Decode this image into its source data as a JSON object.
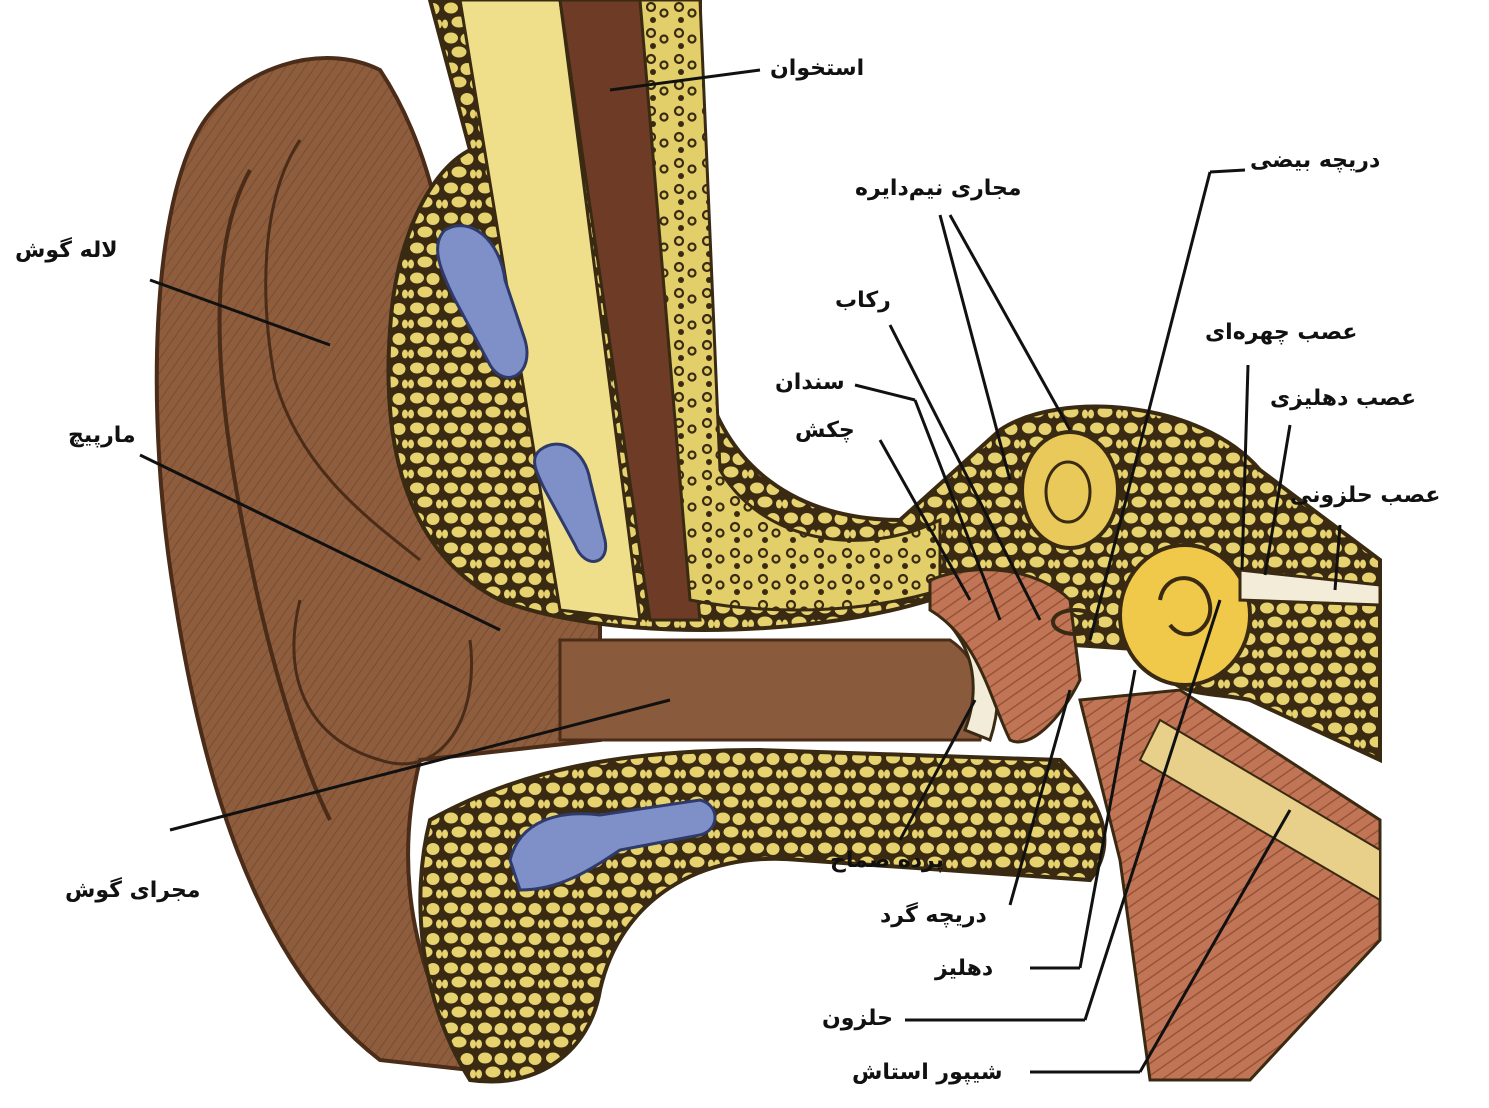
{
  "labels": {
    "bone": "استخوان",
    "pinna": "لاله گوش",
    "helix": "مارپیچ",
    "ear_canal": "مجرای گوش",
    "semicircular_canals": "مجاری نیم‌دایره",
    "stapes": "رکاب",
    "incus": "سندان",
    "malleus": "چکش",
    "oval_window": "دریچه بیضی",
    "facial_nerve": "عصب چهره‌ای",
    "vestibular_nerve": "عصب دهلیزی",
    "cochlear_nerve": "عصب حلزونی",
    "eardrum": "پرده صماخ",
    "round_window": "دریچه گرد",
    "vestibule": "دهلیز",
    "cochlea": "حلزون",
    "eustachian_tube": "شیپور استاش"
  },
  "colors": {
    "skin": "#8a5a3c",
    "skin_dark": "#5e3a22",
    "bone": "#e2cf6a",
    "bone_cell": "#f0e08a",
    "cartilage": "#7f8fc8",
    "muscle": "#b86a4a",
    "line": "#111111"
  }
}
